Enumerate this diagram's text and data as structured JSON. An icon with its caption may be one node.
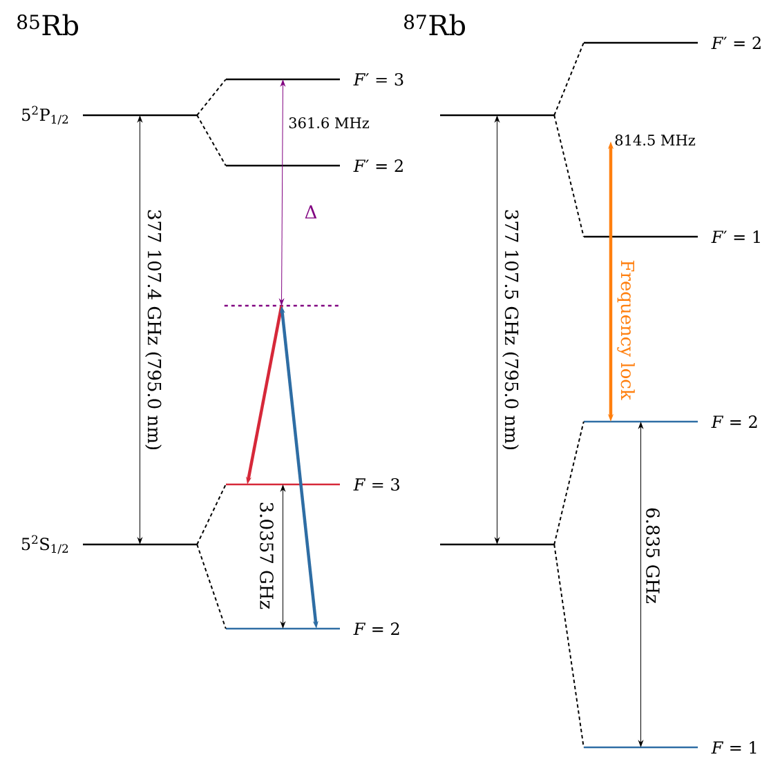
{
  "diagram": {
    "nodes": [
      {
        "text": [
          "5$^{2}$P$_{1/2}$"
        ]
      },
      {
        "text": [
          "*F*′ = 3"
        ]
      },
      {
        "text": [
          "*F*′ = 2"
        ]
      },
      {
        "text": [],
        "shape": "bar"
      },
      {
        "text": [
          "5$^{2}$S$_{1/2}$"
        ]
      },
      {
        "text": [
          "*F* = 3"
        ]
      },
      {
        "text": [
          "*F* = 2"
        ]
      },
      {
        "text": [],
        "shape": "bar"
      },
      {
        "text": [
          "*F*′ = 2"
        ]
      },
      {
        "text": [
          "*F*′ = 1"
        ]
      },
      {
        "text": [],
        "shape": "bar"
      },
      {
        "text": [
          "*F* = 2"
        ]
      },
      {
        "text": [
          "*F* = 1"
        ]
      },
      {
        "text": [
          "814.5 MHz"
        ]
      }
    ],
    "edges": [
      {
        "from": 0,
        "to": 1,
        "arrow": "none",
        "style": "dashed"
      },
      {
        "from": 0,
        "to": 2,
        "arrow": "none",
        "style": "dashed"
      },
      {
        "from": 4,
        "to": 5,
        "arrow": "none",
        "style": "dashed"
      },
      {
        "from": 4,
        "to": 6,
        "arrow": "none",
        "style": "dashed"
      },
      {
        "from": 7,
        "to": 8,
        "arrow": "none",
        "style": "dashed"
      },
      {
        "from": 7,
        "to": 9,
        "arrow": "none",
        "style": "dashed"
      },
      {
        "from": 10,
        "to": 11,
        "arrow": "none",
        "style": "dashed"
      },
      {
        "from": 10,
        "to": 12,
        "arrow": "none",
        "style": "dashed"
      },
      {
        "from": 0,
        "to": 4,
        "arrow": "both",
        "label": "377 107.4 GHz   (795.0 nm)"
      },
      {
        "from": 1,
        "to": 3,
        "arrow": "both",
        "label": "361.6 MHz",
        "color": "#800080"
      },
      {
        "from": 3,
        "to": 5,
        "arrow": "to",
        "style": "thick",
        "color": "#d62839"
      },
      {
        "from": 3,
        "to": 6,
        "arrow": "both",
        "style": "thick",
        "color": "#2e6da4"
      },
      {
        "from": 5,
        "to": 6,
        "arrow": "both",
        "label": "3.0357 GHz"
      },
      {
        "from": 7,
        "to": 10,
        "arrow": "both",
        "label": "377 107.5 GHz   (795.0 nm)"
      },
      {
        "from": 13,
        "to": 11,
        "arrow": "both",
        "label": "Frequency lock",
        "style": "thick",
        "color": "#ff7f0e"
      },
      {
        "from": 11,
        "to": 12,
        "arrow": "both",
        "label": "6.835 GHz"
      }
    ],
    "labels": [
      "$^{85}$Rb",
      "$^{87}$Rb",
      "Δ"
    ]
  }
}
